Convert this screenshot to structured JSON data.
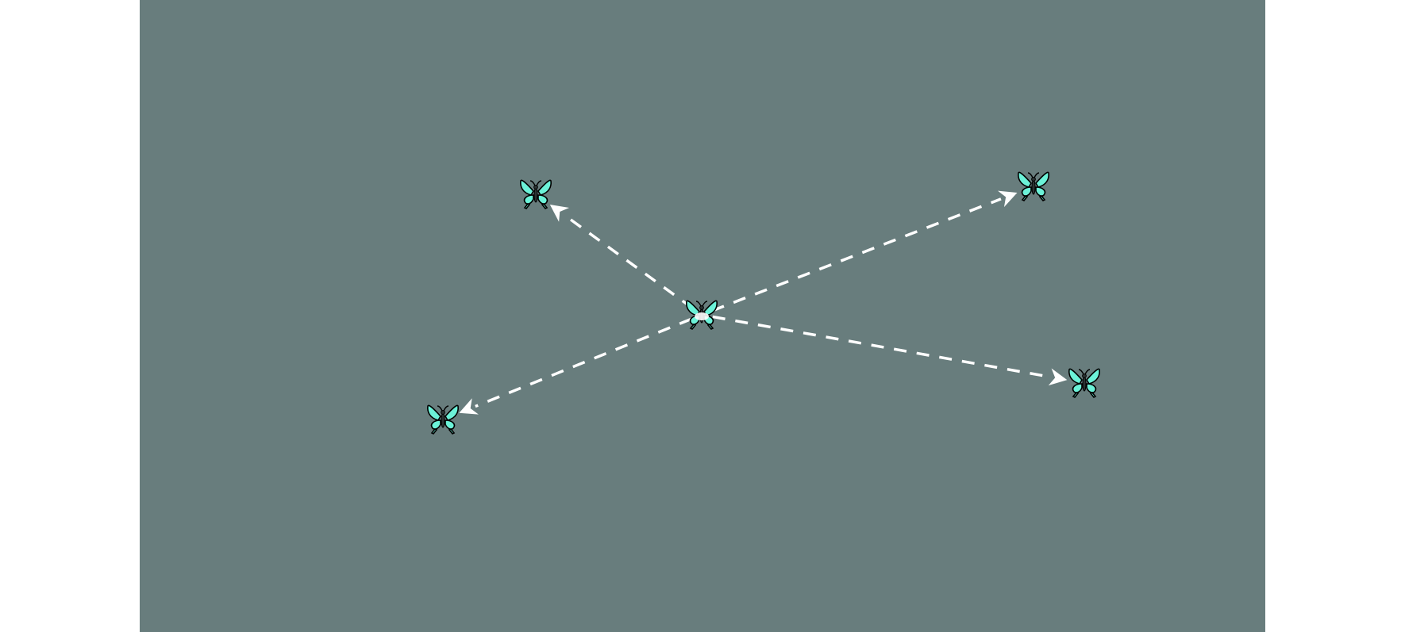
{
  "diagram": {
    "background": "#ffffff",
    "canvas_color": "#687d7d",
    "arrow_color": "#ffffff",
    "arrow_style": "dashed",
    "node_icon": "butterfly-icon",
    "wing_color": "#6cf2d8",
    "outline_color": "#000000",
    "nodes": [
      {
        "id": "center",
        "icon": "butterfly-icon"
      },
      {
        "id": "upper-left",
        "icon": "butterfly-icon"
      },
      {
        "id": "upper-right",
        "icon": "butterfly-icon"
      },
      {
        "id": "lower-right",
        "icon": "butterfly-icon"
      },
      {
        "id": "lower-left",
        "icon": "butterfly-icon"
      }
    ],
    "edges": [
      {
        "from": "center",
        "to": "upper-left"
      },
      {
        "from": "center",
        "to": "upper-right"
      },
      {
        "from": "center",
        "to": "lower-right"
      },
      {
        "from": "center",
        "to": "lower-left"
      }
    ]
  }
}
